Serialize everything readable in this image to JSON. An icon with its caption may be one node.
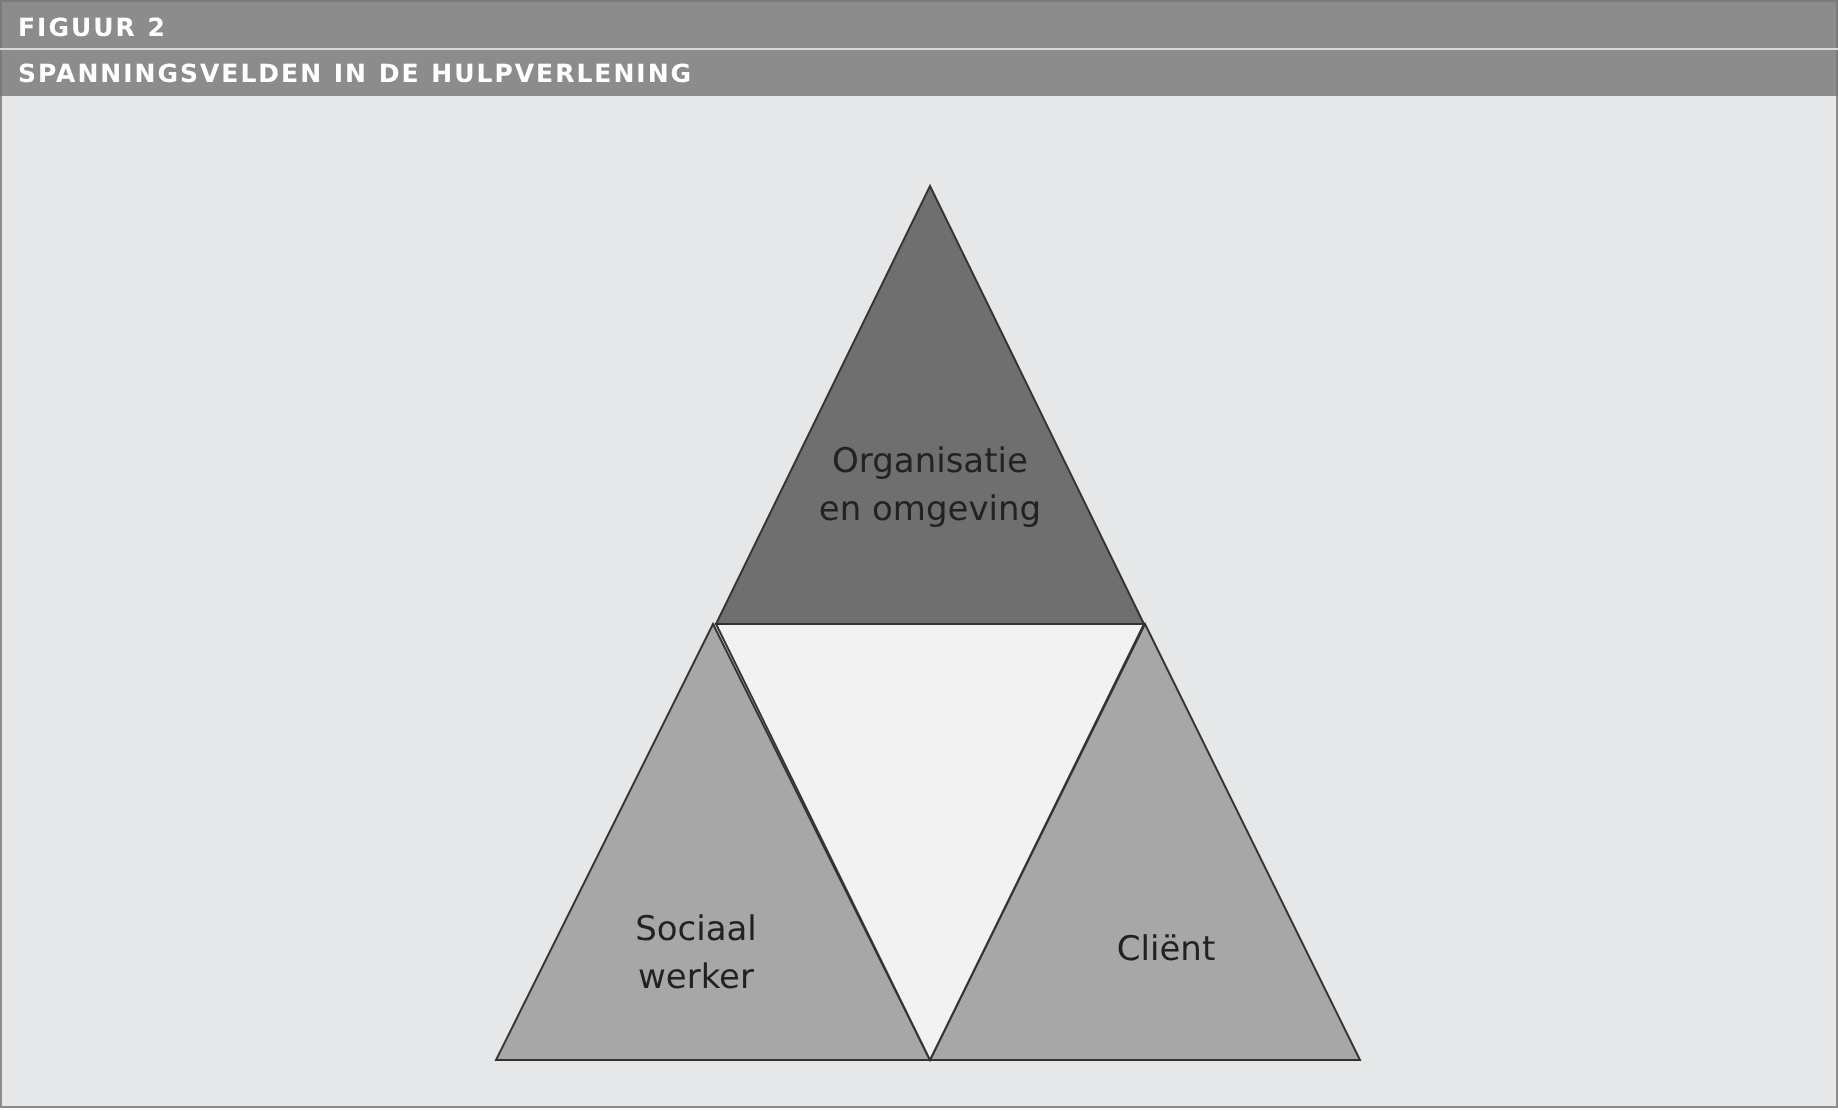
{
  "diagram": {
    "title": "SPANNINGSVELDEN IN DE HULPVERLENING",
    "labels": [
      "FIGUUR 2"
    ],
    "nodes": [
      {
        "text": [
          "Organisatie en omgeving"
        ]
      },
      {
        "text": [
          "Sociaal werker"
        ]
      },
      {
        "text": [
          "Cliënt"
        ]
      },
      {
        "text": [],
        "shape": "triangle"
      }
    ],
    "edges": []
  }
}
